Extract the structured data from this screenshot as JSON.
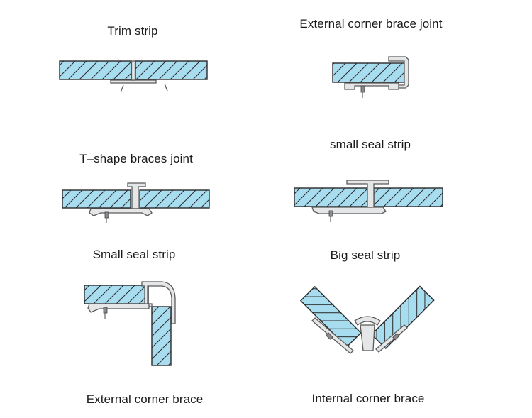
{
  "labels": {
    "trim_strip": "Trim strip",
    "external_corner_brace_joint": "External corner brace joint",
    "t_shape_braces_joint": "T–shape braces joint",
    "small_seal_strip_top": "small seal strip",
    "small_seal_strip": "Small seal strip",
    "big_seal_strip": "Big seal strip",
    "external_corner_brace": "External corner brace",
    "internal_corner_brace": "Internal corner brace"
  },
  "colors": {
    "panel_fill": "#a8ddf0",
    "outline": "#2a2a2a",
    "metal": "#e4e6e8"
  }
}
